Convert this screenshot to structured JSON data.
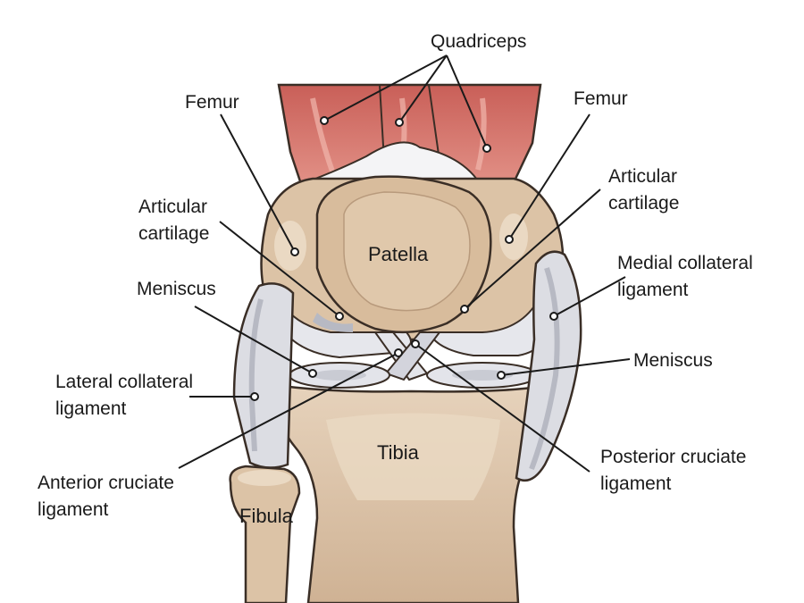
{
  "colors": {
    "bone": "#dcc3a6",
    "bone_light": "#ead9c3",
    "bone_shadow": "#b89a7c",
    "outline": "#3a2e26",
    "muscle": "#d9776e",
    "muscle_light": "#eaa59a",
    "cartilage": "#e6e7ec",
    "cartilage_shadow": "#b7b9c3",
    "ligament": "#dcdde3",
    "text": "#1a1a1a"
  },
  "labels": {
    "quadriceps": "Quadriceps",
    "femur_left": "Femur",
    "femur_right": "Femur",
    "articular_left": [
      "Articular",
      "cartilage"
    ],
    "articular_right": [
      "Articular",
      "cartilage"
    ],
    "patella": "Patella",
    "medial_collateral": [
      "Medial collateral",
      "ligament"
    ],
    "meniscus_left": "Meniscus",
    "meniscus_right": "Meniscus",
    "lateral_collateral": [
      "Lateral collateral",
      "ligament"
    ],
    "tibia": "Tibia",
    "posterior_cruciate": [
      "Posterior cruciate",
      "ligament"
    ],
    "anterior_cruciate": [
      "Anterior cruciate",
      "ligament"
    ],
    "fibula": "Fibula"
  }
}
